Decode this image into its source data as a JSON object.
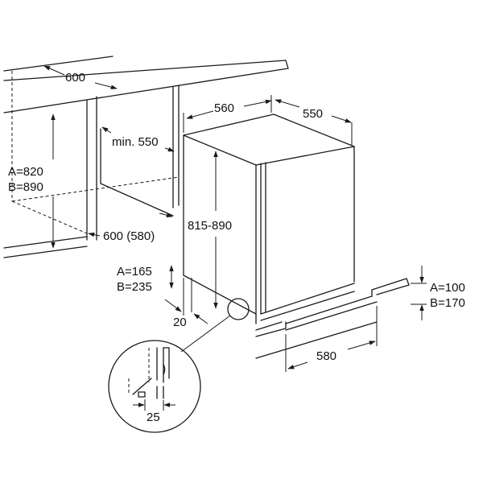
{
  "dimensions": {
    "niche_width": "600",
    "niche_depth_min": "min. 550",
    "niche_height_a": "A=820",
    "niche_height_b": "B=890",
    "niche_depth": "600 (580)",
    "appliance_width": "560",
    "appliance_depth": "550",
    "appliance_height": "815-890",
    "plinth_a": "A=165",
    "plinth_b": "B=235",
    "recess": "20",
    "plinth_height_a": "A=100",
    "plinth_height_b": "B=170",
    "plinth_width": "580",
    "detail_gap": "25"
  },
  "colors": {
    "line": "#1a1a1a",
    "background": "#ffffff"
  }
}
